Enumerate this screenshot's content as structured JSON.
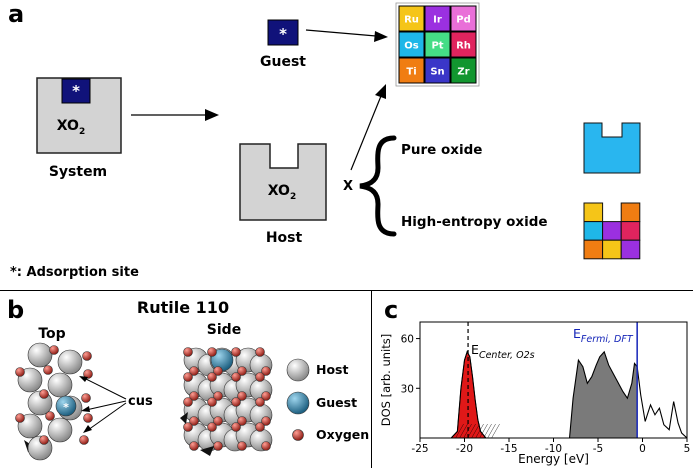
{
  "panel_a": {
    "label": "a",
    "system": {
      "formula": "XO",
      "sub": "2",
      "caption": "System",
      "site_mark": "*"
    },
    "guest": {
      "site_mark": "*",
      "caption": "Guest"
    },
    "host": {
      "formula": "XO",
      "sub": "2",
      "caption": "Host"
    },
    "times": "X",
    "pure_oxide": "Pure oxide",
    "hea_oxide": "High-entropy oxide",
    "adsorption_note": "*: Adsorption site",
    "elements": [
      {
        "symbol": "Ru",
        "color": "#f5c518"
      },
      {
        "symbol": "Ir",
        "color": "#9b30e0"
      },
      {
        "symbol": "Pd",
        "color": "#e96fd8"
      },
      {
        "symbol": "Os",
        "color": "#1fb7e8"
      },
      {
        "symbol": "Pt",
        "color": "#45dd86"
      },
      {
        "symbol": "Rh",
        "color": "#e0245e"
      },
      {
        "symbol": "Ti",
        "color": "#f07d12"
      },
      {
        "symbol": "Sn",
        "color": "#3a36c8"
      },
      {
        "symbol": "Zr",
        "color": "#12962f"
      }
    ],
    "pure_color": "#29b6ef",
    "hea_colors": [
      "#f5c518",
      "#ffffff",
      "#f07d12",
      "#1fb7e8",
      "#9b30e0",
      "#e0245e",
      "#f07d12",
      "#f5c518",
      "#9b30e0"
    ]
  },
  "panel_b": {
    "label": "b",
    "title": "Rutile 110",
    "top_label": "Top",
    "side_label": "Side",
    "cus_label": "cus",
    "legend": [
      {
        "name": "Host",
        "color": "#b8b8b8"
      },
      {
        "name": "Guest",
        "color": "#2f7fa3"
      },
      {
        "name": "Oxygen",
        "color": "#c23a2e"
      }
    ]
  },
  "panel_c": {
    "label": "c",
    "chart_data": {
      "type": "area",
      "xlabel": "Energy [eV]",
      "ylabel": "DOS [arb. units]",
      "xlim": [
        -25,
        5
      ],
      "ylim": [
        0,
        70
      ],
      "xticks": [
        -25,
        -20,
        -15,
        -10,
        -5,
        0,
        5
      ],
      "yticks": [
        30,
        60
      ],
      "center_label": "E",
      "center_sub": "Center, O2s",
      "fermi_label": "E",
      "fermi_sub": "Fermi, DFT",
      "center_x": -19.6,
      "fermi_x": -0.6,
      "colors": {
        "o2s_fill": "#e01818",
        "valence_fill": "#7a7a7a",
        "fermi_line": "#1525b8"
      },
      "x": [
        -25,
        -21.5,
        -20.8,
        -20.4,
        -20.0,
        -19.7,
        -19.4,
        -19.1,
        -18.8,
        -18.5,
        -18.2,
        -17.6,
        -10,
        -8.2,
        -7.8,
        -7.2,
        -6.7,
        -6.2,
        -5.7,
        -5.2,
        -4.8,
        -4.3,
        -3.8,
        -3.4,
        -3.0,
        -2.6,
        -2.2,
        -1.7,
        -1.2,
        -0.9,
        -0.6,
        -0.2,
        0.3,
        0.9,
        1.4,
        1.9,
        2.4,
        3.0,
        3.5,
        4.0,
        4.4,
        5.0
      ],
      "y": [
        0,
        0,
        4,
        30,
        47,
        52,
        49,
        37,
        23,
        11,
        4,
        0,
        0,
        0,
        24,
        47,
        43,
        33,
        37,
        44,
        49,
        52,
        44,
        40,
        36,
        32,
        28,
        24,
        33,
        45,
        43,
        26,
        10,
        20,
        14,
        18,
        8,
        5,
        22,
        9,
        3,
        0
      ]
    }
  }
}
